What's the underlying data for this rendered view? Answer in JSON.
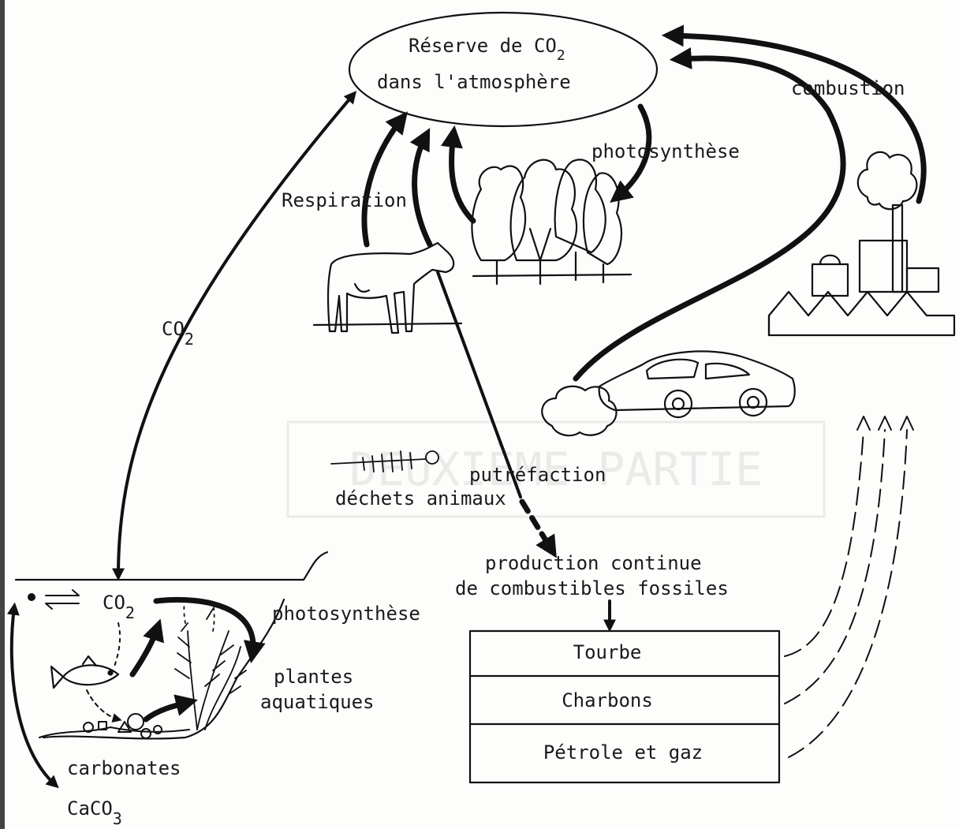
{
  "colors": {
    "ink": "#111111",
    "paper": "#fdfdfb",
    "watermark": "#c8c8c8"
  },
  "atmosphere": {
    "line1": "Réserve de CO",
    "line1_sub": "2",
    "line2": "dans l'atmosphère"
  },
  "labels": {
    "combustion": "combustion",
    "photosynthese_top": "photosynthèse",
    "respiration": "Respiration",
    "co2_left": "CO",
    "co2_left_sub": "2",
    "putrefaction": "putréfaction",
    "dechets": "déchets animaux",
    "production_line1": "production continue",
    "production_line2": "de combustibles fossiles",
    "co2_water": "CO",
    "co2_water_sub": "2",
    "photosynthese_water": "photosynthèse",
    "plantes_line1": "plantes",
    "plantes_line2": "aquatiques",
    "carbonates": "carbonates",
    "caco3": "CaCO",
    "caco3_sub": "3",
    "watermark": "DEUXIÈME PARTIE"
  },
  "fossil_table": [
    "Tourbe",
    "Charbons",
    "Pétrole et gaz"
  ],
  "icons": [
    "tree-icon",
    "cow-icon",
    "factory-icon",
    "smoke-icon",
    "car-icon",
    "fish-icon",
    "fish-skeleton-icon",
    "aquatic-plant-icon",
    "water-surface"
  ]
}
